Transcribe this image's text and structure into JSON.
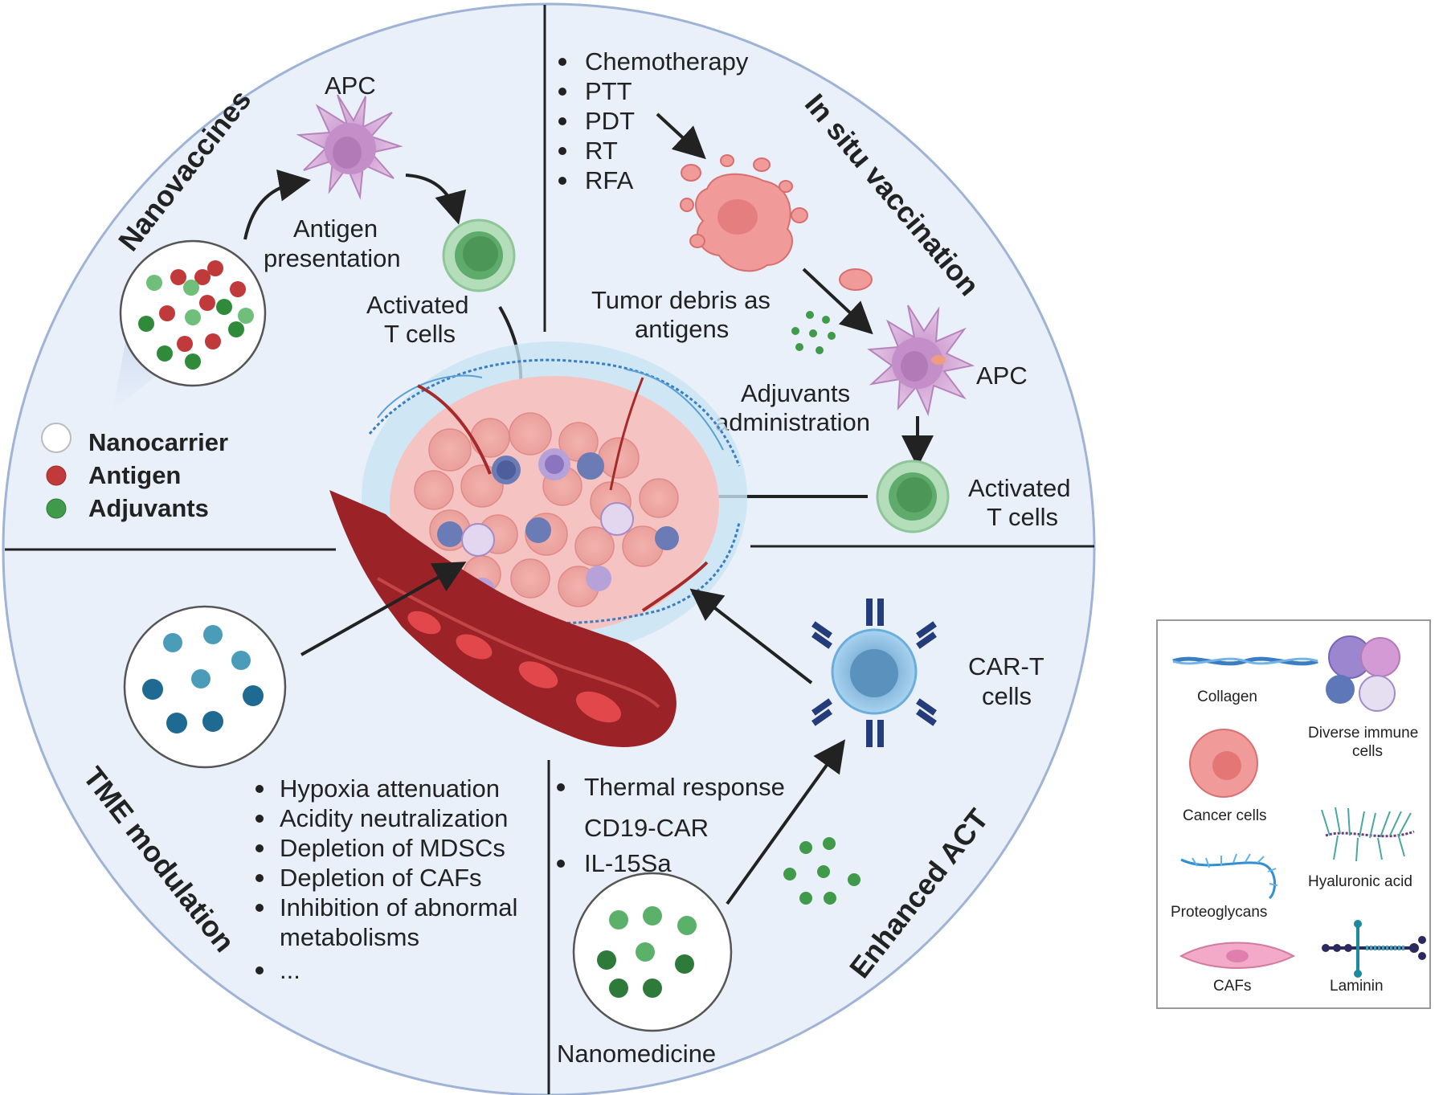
{
  "quadrants": {
    "nanovaccines": {
      "title": "Nanovaccines",
      "apc": "APC",
      "antigen_presentation": [
        "Antigen",
        "presentation"
      ],
      "activated_t_cells": [
        "Activated",
        "T cells"
      ],
      "legend": {
        "nanocarrier": "Nanocarrier",
        "antigen": "Antigen",
        "adjuvants": "Adjuvants"
      }
    },
    "in_situ": {
      "title": "In situ vaccination",
      "bullets": [
        "Chemotherapy",
        "PTT",
        "PDT",
        "RT",
        "RFA"
      ],
      "tumor_debris": [
        "Tumor debris as",
        "antigens"
      ],
      "adjuvants_admin": [
        "Adjuvants",
        "administration"
      ],
      "apc": "APC",
      "activated_t_cells": [
        "Activated",
        "T cells"
      ]
    },
    "tme": {
      "title": "TME modulation",
      "bullets": [
        "Hypoxia attenuation",
        "Acidity neutralization",
        "Depletion of MDSCs",
        "Depletion of CAFs",
        "Inhibition of abnormal",
        "metabolisms",
        "..."
      ]
    },
    "act": {
      "title": "Enhanced ACT",
      "bullets": [
        "Thermal response",
        "CD19-CAR",
        "IL-15Sa"
      ],
      "car_t": [
        "CAR-T",
        "cells"
      ],
      "nanomedicine": "Nanomedicine"
    }
  },
  "key": {
    "collagen": "Collagen",
    "immune": [
      "Diverse immune",
      "cells"
    ],
    "cancer": "Cancer cells",
    "hyaluronic": "Hyaluronic acid",
    "proteoglycans": "Proteoglycans",
    "cafs": "CAFs",
    "laminin": "Laminin"
  },
  "colors": {
    "circle_fill": "#e9f0fa",
    "circle_stroke": "#9fb3d6",
    "antigen": "#c0393b",
    "adjuvant": "#3f9a4a",
    "apc": "#d6a8d8",
    "t_cell": "#7fc08a",
    "tumor": "#f09a9a",
    "vessel": "#9b2226",
    "car_t": "#8cc4e8",
    "receptor": "#253c7a"
  }
}
